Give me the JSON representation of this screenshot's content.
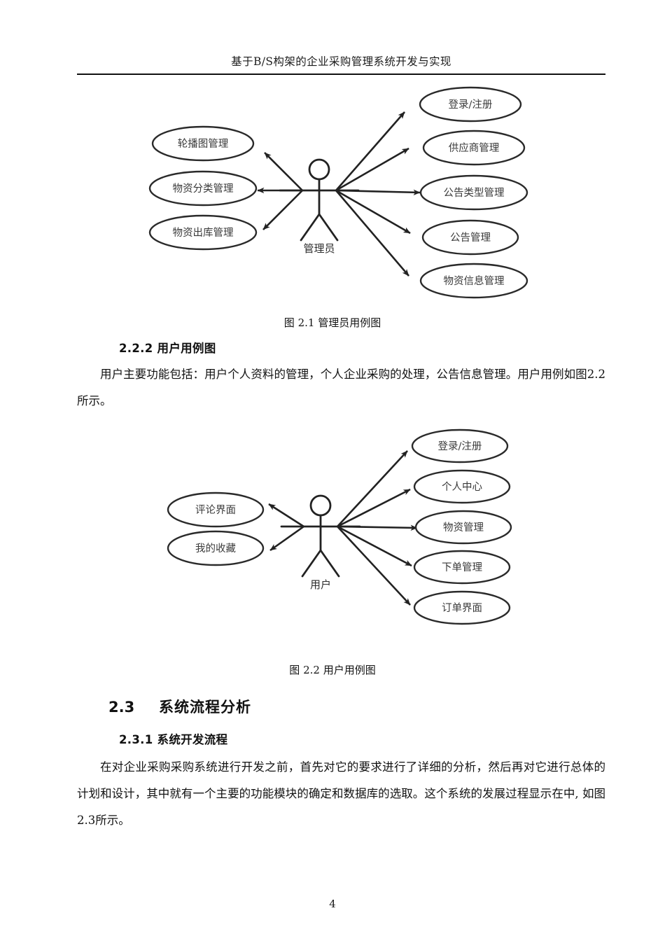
{
  "header": {
    "title": "基于B/S构架的企业采购管理系统开发与实现"
  },
  "figures": [
    {
      "id": "figure-admin",
      "caption": "图 2.1 管理员用例图",
      "actor": "管理员",
      "left_use_cases": [
        "轮播图管理",
        "物资分类管理",
        "物资出库管理"
      ],
      "right_use_cases": [
        "登录/注册",
        "供应商管理",
        "公告类型管理",
        "公告管理",
        "物资信息管理"
      ]
    },
    {
      "id": "figure-user",
      "caption": "图 2.2 用户用例图",
      "actor": "用户",
      "left_use_cases": [
        "评论界面",
        "我的收藏"
      ],
      "right_use_cases": [
        "登录/注册",
        "个人中心",
        "物资管理",
        "下单管理",
        "订单界面"
      ]
    }
  ],
  "sections": {
    "heading_222": "2.2.2 用户用例图",
    "para_user": "用户主要功能包括：用户个人资料的管理，个人企业采购的处理，公告信息管理。用户用例如图2.2所示。",
    "heading_23_number": "2.3",
    "heading_23_text": "系统流程分析",
    "heading_231": "2.3.1 系统开发流程",
    "para_flow": "在对企业采购采购系统进行开发之前，首先对它的要求进行了详细的分析，然后再对它进行总体的计划和设计，其中就有一个主要的功能模块的确定和数据库的选取。这个系统的发展过程显示在中, 如图2.3所示。"
  },
  "footer": {
    "page_number": "4"
  },
  "colors": {
    "ink": "#151515",
    "stroke": "#222222",
    "label": "#3a3a3a",
    "background": "#ffffff"
  }
}
